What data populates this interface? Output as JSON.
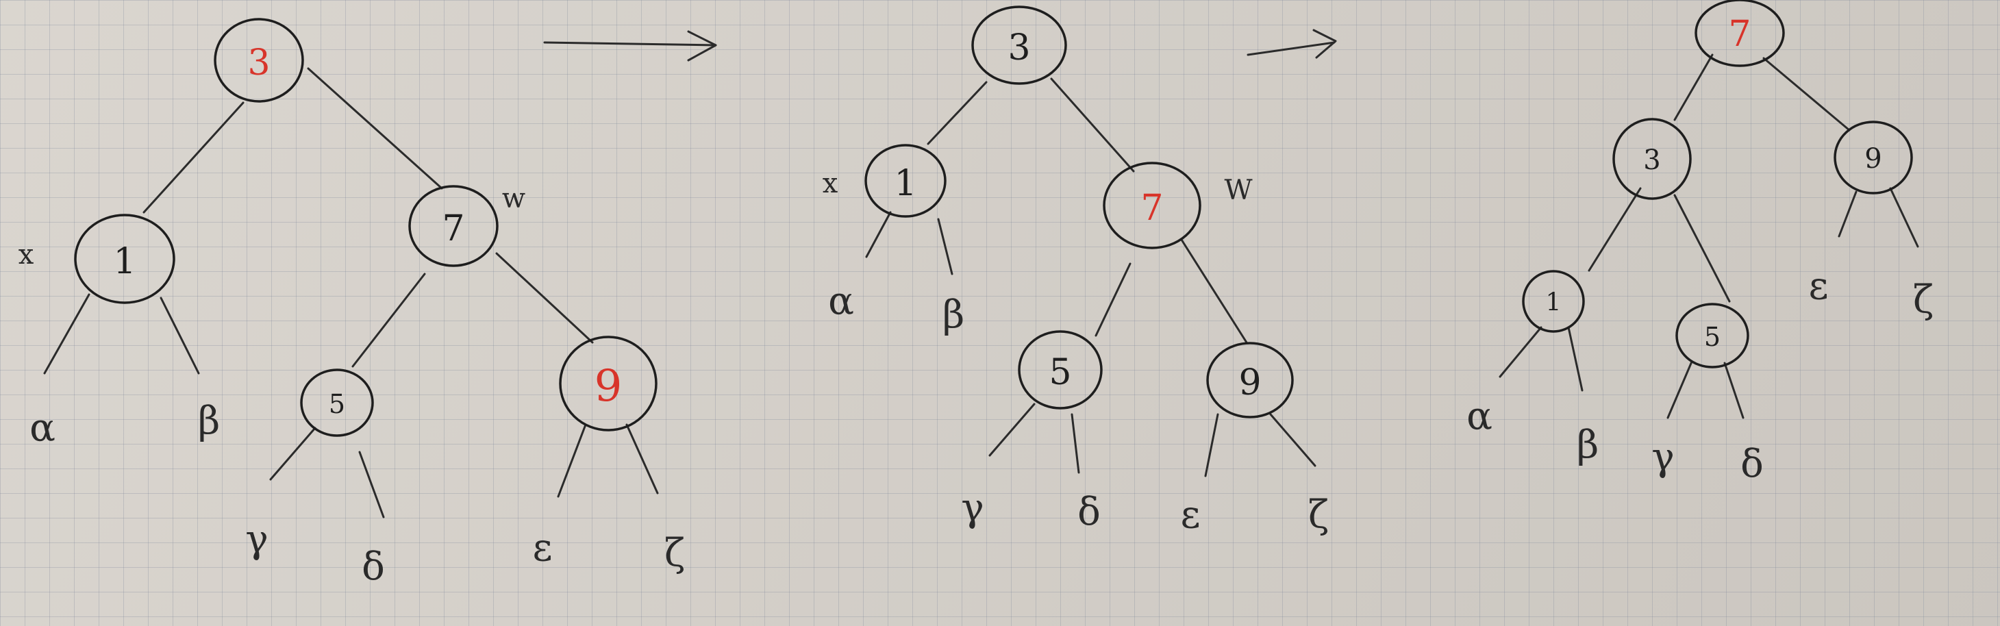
{
  "colors": {
    "ink": "#1e1e1e",
    "red": "#d8342a",
    "paper": "#d6d1ca"
  },
  "trees": [
    {
      "nodes": [
        {
          "label": "3",
          "color": "red"
        },
        {
          "label": "1",
          "color": "black",
          "side": "x"
        },
        {
          "label": "7",
          "color": "black",
          "side": "w"
        },
        {
          "label": "5",
          "color": "black"
        },
        {
          "label": "9",
          "color": "red"
        }
      ],
      "subtrees": [
        "α",
        "β",
        "γ",
        "δ",
        "ε",
        "ζ"
      ]
    },
    {
      "nodes": [
        {
          "label": "3",
          "color": "black"
        },
        {
          "label": "1",
          "color": "black",
          "side": "x"
        },
        {
          "label": "7",
          "color": "red",
          "side": "W"
        },
        {
          "label": "5",
          "color": "black"
        },
        {
          "label": "9",
          "color": "black"
        }
      ],
      "subtrees": [
        "α",
        "β",
        "γ",
        "δ",
        "ε",
        "ζ"
      ]
    },
    {
      "nodes": [
        {
          "label": "7",
          "color": "red"
        },
        {
          "label": "3",
          "color": "black"
        },
        {
          "label": "9",
          "color": "black"
        },
        {
          "label": "1",
          "color": "black"
        },
        {
          "label": "5",
          "color": "black"
        }
      ],
      "subtrees": [
        "α",
        "β",
        "γ",
        "δ",
        "ε",
        "ζ"
      ]
    }
  ]
}
